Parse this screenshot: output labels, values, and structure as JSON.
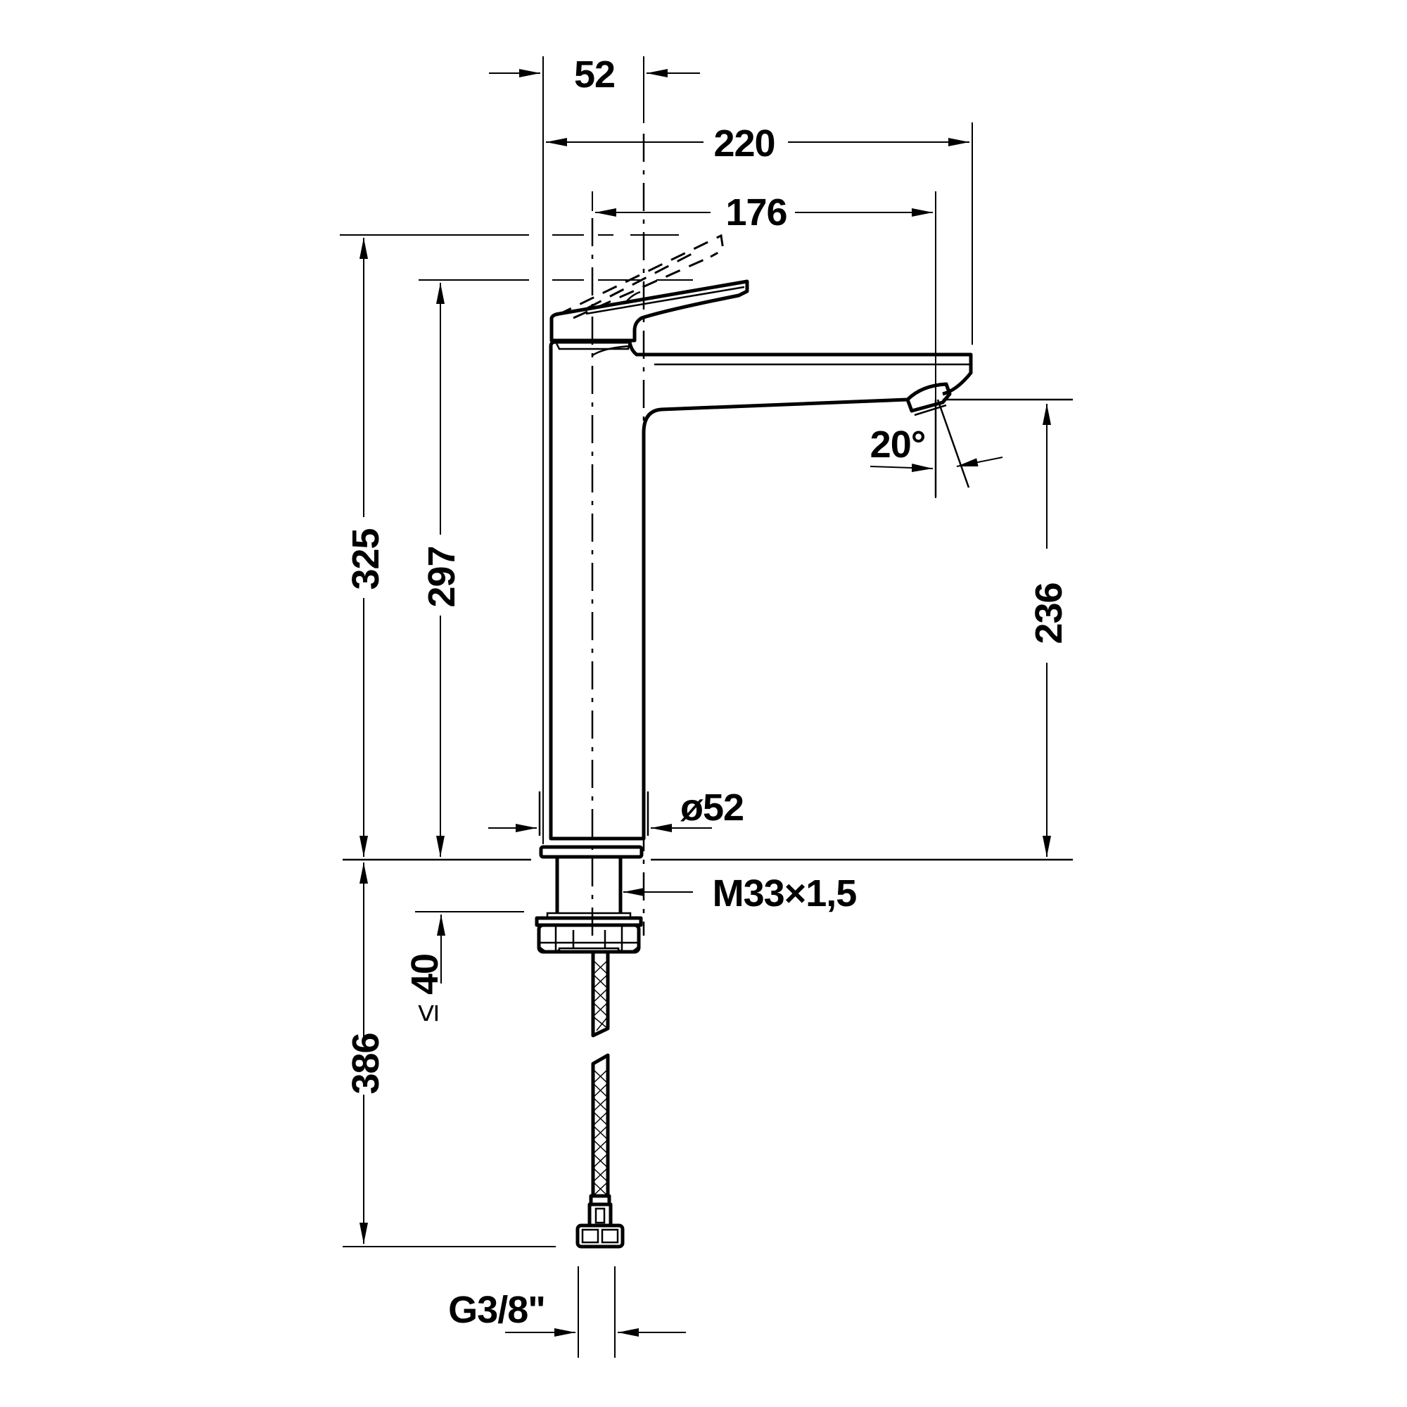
{
  "drawing": {
    "type": "technical dimension drawing",
    "subject": "single-lever basin mixer (tall)",
    "line_color": "#000000",
    "background": "#ffffff"
  },
  "dimensions": {
    "top_body_diameter_offset": "52",
    "overall_reach_width": "220",
    "spout_reach": "176",
    "overall_height_handle_open": "325",
    "overall_height": "297",
    "spout_outlet_height": "236",
    "spout_angle": "20°",
    "body_diameter": "ø52",
    "thread": "M33×1,5",
    "max_countertop_thickness_value": "40",
    "max_countertop_thickness_symbol": "≤",
    "hose_length": "386",
    "hose_connection": "G3/8\""
  }
}
